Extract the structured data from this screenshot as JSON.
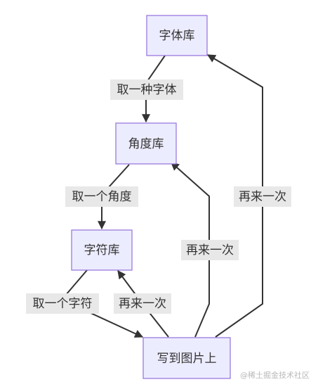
{
  "nodes": {
    "font_lib": "字体库",
    "angle_lib": "角度库",
    "char_lib": "字符库",
    "write_img": "写到图片上"
  },
  "edges": {
    "pick_font": "取一种字体",
    "pick_angle": "取一个角度",
    "pick_char": "取一个字符",
    "again_char": "再来一次",
    "again_angle": "再来一次",
    "again_font": "再来一次"
  },
  "watermark": "@稀土掘金技术社区"
}
